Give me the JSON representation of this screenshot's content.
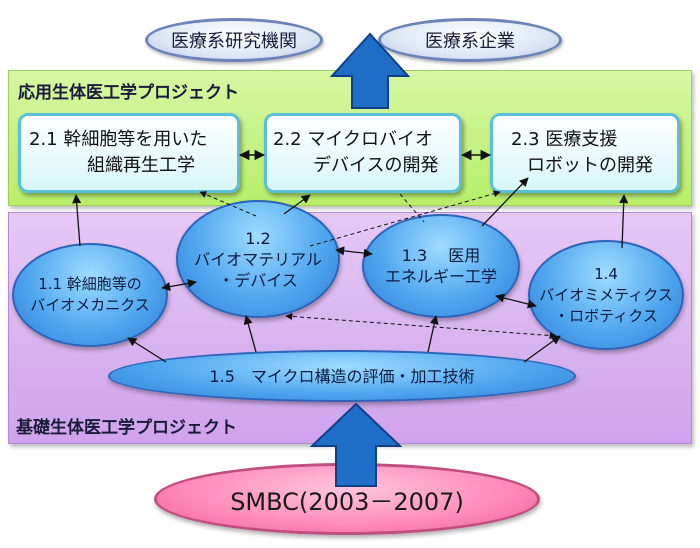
{
  "top_ovals": {
    "research": "医療系研究機関",
    "industry": "医療系企業"
  },
  "applied": {
    "title": "応用生体医工学プロジェクト",
    "boxes": [
      {
        "line1": "2.1 幹細胞等を用いた",
        "line2": "組織再生工学"
      },
      {
        "line1": "2.2 マイクロバイオ",
        "line2": "デバイスの開発"
      },
      {
        "line1": "2.3 医療支援",
        "line2": "ロボットの開発"
      }
    ]
  },
  "basic": {
    "title": "基礎生体医工学プロジェクト",
    "nodes": {
      "n11": {
        "line1": "1.1 幹細胞等の",
        "line2": "バイオメカニクス"
      },
      "n12": {
        "line1": "1.2",
        "line2": "バイオマテリアル",
        "line3": "・デバイス"
      },
      "n13": {
        "line1": "1.3　 医用",
        "line2": "エネルギー工学"
      },
      "n14": {
        "line1": "1.4",
        "line2": "バイオミメティクス",
        "line3": "・ロボティクス"
      },
      "n15": {
        "line1": "1.5　マイクロ構造の評価・加工技術"
      }
    }
  },
  "smbc": {
    "label": "SMBC(2003－2007)"
  },
  "colors": {
    "applied_panel": "#c4f283",
    "basic_panel": "#d9b5f0",
    "arrow": "#1f6fc9",
    "node": "#52a8ef",
    "smbc": "#ff8ab8"
  }
}
